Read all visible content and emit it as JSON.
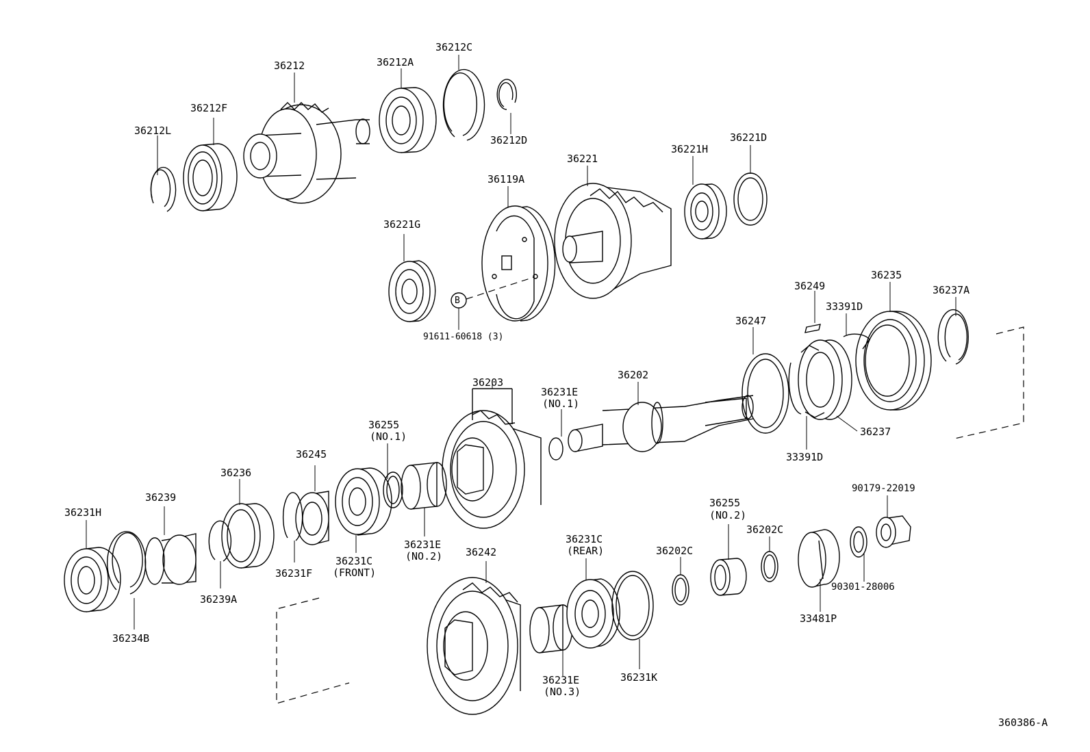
{
  "parts": {
    "p36212L": "36212L",
    "p36212F": "36212F",
    "p36212": "36212",
    "p36212A": "36212A",
    "p36212C": "36212C",
    "p36212D": "36212D",
    "p36221G": "36221G",
    "p36119A": "36119A",
    "p36221": "36221",
    "p36221H": "36221H",
    "p36221D": "36221D",
    "p91611": "91611-60618 (3)",
    "marker_b": "B",
    "p36249": "36249",
    "p36235": "36235",
    "p36237A": "36237A",
    "p33391D_top": "33391D",
    "p36247": "36247",
    "p36202": "36202",
    "p36237": "36237",
    "p33391D_bot": "33391D",
    "p36203": "36203",
    "p36231E_no1": "36231E",
    "p36231E_no1_note": "(NO.1)",
    "p36255_no1": "36255",
    "p36255_no1_note": "(NO.1)",
    "p36245": "36245",
    "p36236": "36236",
    "p36239": "36239",
    "p36231H": "36231H",
    "p36234B": "36234B",
    "p36239A": "36239A",
    "p36231F": "36231F",
    "p36231C_front": "36231C",
    "p36231C_front_note": "(FRONT)",
    "p36231E_no2": "36231E",
    "p36231E_no2_note": "(NO.2)",
    "p36242": "36242",
    "p36231C_rear": "36231C",
    "p36231C_rear_note": "(REAR)",
    "p36231E_no3": "36231E",
    "p36231E_no3_note": "(NO.3)",
    "p36231K": "36231K",
    "p36202C_a": "36202C",
    "p36255_no2": "36255",
    "p36255_no2_note": "(NO.2)",
    "p36202C_b": "36202C",
    "p90179": "90179-22019",
    "p90301": "90301-28006",
    "p33481P": "33481P"
  },
  "drawing_number": "360386-A"
}
